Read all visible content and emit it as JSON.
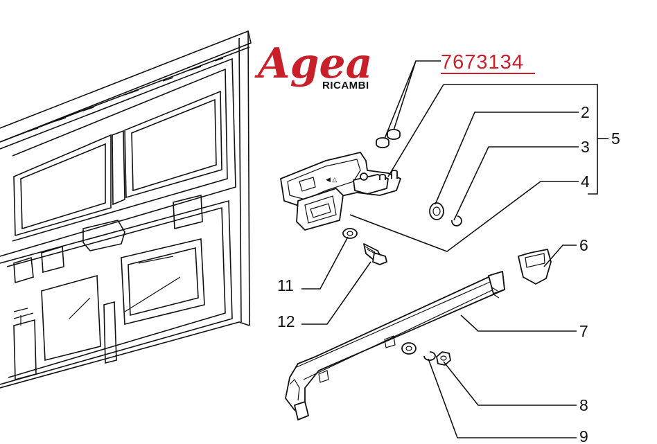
{
  "logo": {
    "brand": "Agea",
    "sub": "RICAMBI",
    "color": "#c8202b"
  },
  "part_number": "7673134",
  "callouts": [
    {
      "id": "2",
      "label": "2"
    },
    {
      "id": "3",
      "label": "3"
    },
    {
      "id": "4",
      "label": "4"
    },
    {
      "id": "5",
      "label": "5"
    },
    {
      "id": "6",
      "label": "6"
    },
    {
      "id": "7",
      "label": "7"
    },
    {
      "id": "8",
      "label": "8"
    },
    {
      "id": "9",
      "label": "9"
    },
    {
      "id": "11",
      "label": "11"
    },
    {
      "id": "12",
      "label": "12"
    }
  ]
}
